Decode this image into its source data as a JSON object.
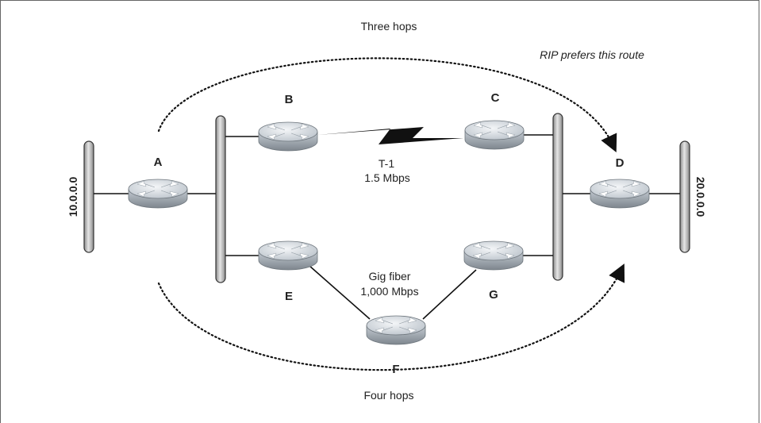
{
  "hops": {
    "top": "Three hops",
    "bottom": "Four hops"
  },
  "preference_note": "RIP prefers this route",
  "networks": {
    "left": "10.0.0.0",
    "right": "20.0.0.0"
  },
  "routers": {
    "a": "A",
    "b": "B",
    "c": "C",
    "d": "D",
    "e": "E",
    "f": "F",
    "g": "G"
  },
  "links": {
    "t1": {
      "name": "T-1",
      "speed": "1.5 Mbps"
    },
    "fiber": {
      "name": "Gig fiber",
      "speed": "1,000  Mbps"
    }
  },
  "colors": {
    "router_top": "#d8dfe6",
    "router_side": "#9aa3ac",
    "pipe": "#c8c8c8"
  }
}
